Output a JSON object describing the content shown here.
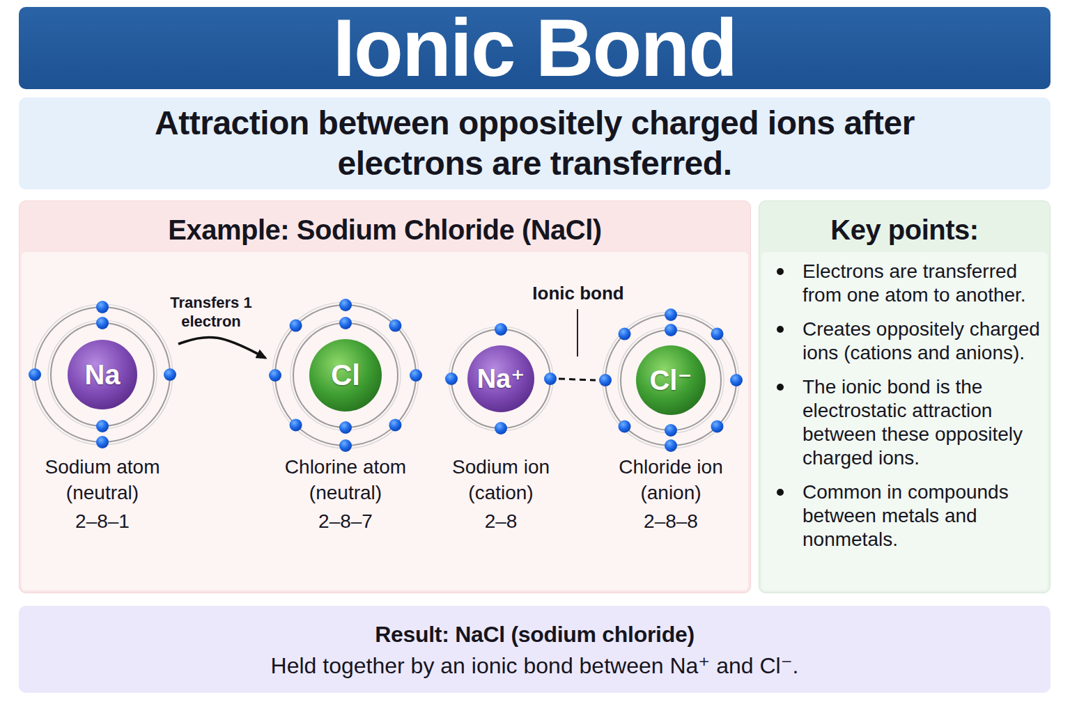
{
  "diagram": {
    "title": "Ionic Bond",
    "nodes": [
      {
        "text": [
          "Attraction between oppositely charged ions after electrons are transferred."
        ]
      },
      {
        "text": [
          "Example: Sodium Chloride (NaCl)"
        ]
      },
      {
        "text": [
          "Na",
          "Sodium atom (neutral)",
          "2–8–1"
        ],
        "in": 1
      },
      {
        "text": [
          "Cl",
          "Chlorine atom (neutral)",
          "2–8–7"
        ],
        "in": 1
      },
      {
        "text": [
          "Na⁺",
          "Sodium ion (cation)",
          "2–8"
        ],
        "in": 1
      },
      {
        "text": [
          "Cl⁻",
          "Chloride ion (anion)",
          "2–8–8"
        ],
        "in": 1
      },
      {
        "text": [
          "Key points:",
          "Electrons are transferred from one atom to another.",
          "Creates oppositely charged ions (cations and anions).",
          "The ionic bond is the electrostatic attraction between these oppositely charged ions.",
          "Common in compounds between metals and nonmetals."
        ]
      },
      {
        "text": [
          "Result: NaCl (sodium chloride)",
          "Held together by an ionic bond between Na⁺ and Cl⁻."
        ]
      }
    ],
    "edges": [
      {
        "from": 2,
        "to": 3,
        "arrow": "to",
        "label": "Transfers 1 electron"
      },
      {
        "from": 4,
        "to": 5,
        "arrow": "none"
      }
    ],
    "labels": [
      "Ionic bond"
    ]
  }
}
